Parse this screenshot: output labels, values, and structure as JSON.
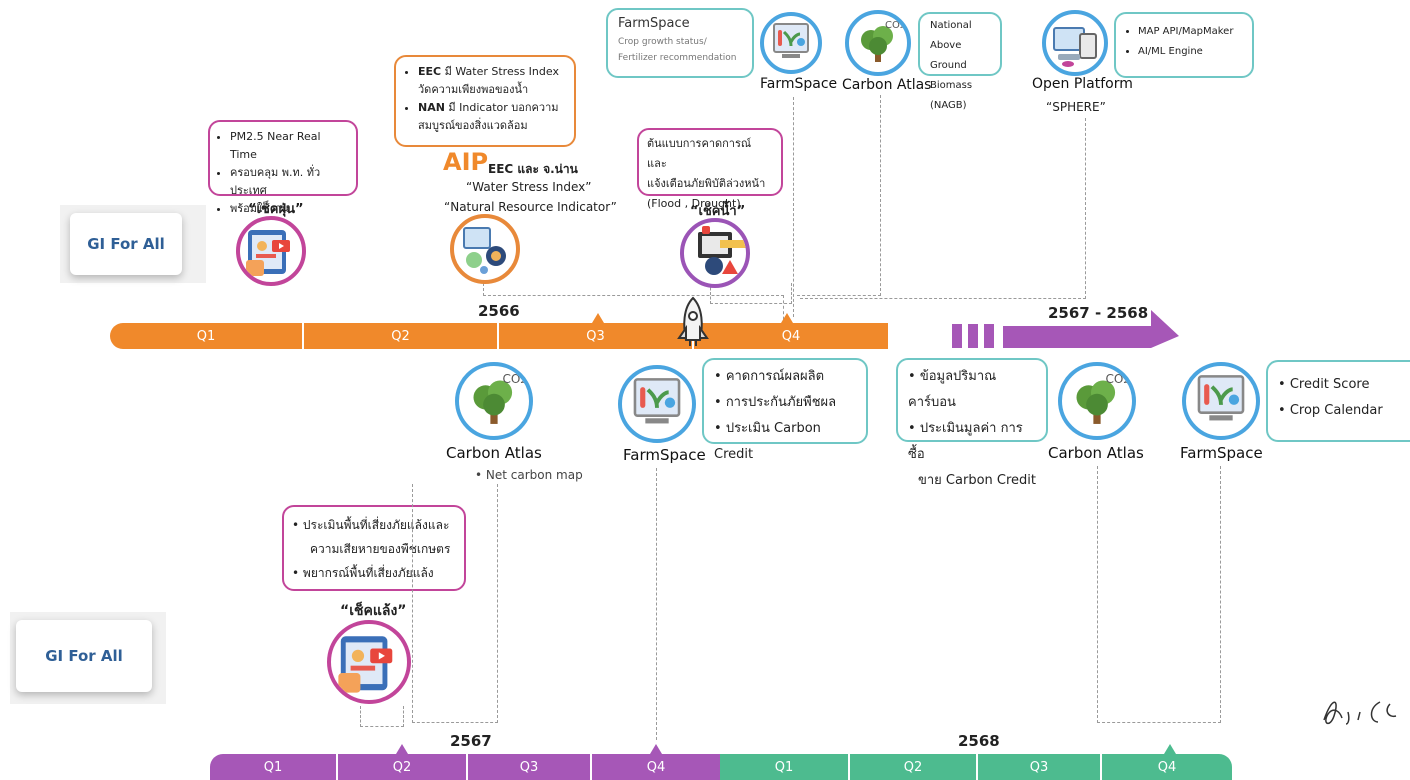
{
  "gi_card": {
    "label": "GI For All"
  },
  "timeline_top": {
    "year_left": "2566",
    "year_right": "2567 - 2568",
    "quarters": [
      "Q1",
      "Q2",
      "Q3",
      "Q4"
    ],
    "color_orange": "#f0892b",
    "color_purple": "#a657b7"
  },
  "timeline_bottom": {
    "year_left": "2567",
    "year_right": "2568",
    "quarters_left": [
      "Q1",
      "Q2",
      "Q3",
      "Q4"
    ],
    "quarters_right": [
      "Q1",
      "Q2",
      "Q3",
      "Q4"
    ],
    "color_purple": "#a657b7",
    "color_green": "#4dbb8f"
  },
  "top": {
    "pm_box": [
      "PM2.5  Near Real Time",
      "ครอบคลุม พ.ท. ทั่วประเทศ",
      "พร้อมใช้งาน"
    ],
    "dust_label": "“เช็คฝุ่น”",
    "eec_box": [
      {
        "bold": "EEC",
        "text": " มี Water Stress Index วัดความเพียงพอของน้ำ"
      },
      {
        "bold": "NAN",
        "text": " มี Indicator บอกความสมบูรณ์ของสิ่งแวดล้อม"
      }
    ],
    "aip_logo": "AIP",
    "aip_line": "EEC และ จ.น่าน",
    "water_stress": "“Water Stress Index”",
    "natural_resource": "“Natural Resource Indicator”",
    "forecast_box": [
      "ต้นแบบการคาดการณ์ และ",
      "แจ้งเตือนภัยพิบัติล่วงหน้า",
      "(Flood , Drought)"
    ],
    "water_label": "“เช็คน้ำ”",
    "farmspace_box": {
      "title": "FarmSpace",
      "lines": [
        "Crop growth status/",
        "Fertilizer recommendation"
      ]
    },
    "farmspace_label": "FarmSpace",
    "carbon_label": "Carbon Atlas",
    "nagb_box": [
      "National Above",
      "Ground Biomass",
      "(NAGB)"
    ],
    "open_platform": "Open Platform",
    "sphere": "“SPHERE”",
    "map_box": [
      "MAP API/MapMaker",
      "AI/ML Engine"
    ]
  },
  "middle": {
    "carbon_label": "Carbon Atlas",
    "net_carbon": "Net carbon map",
    "farmspace_label": "FarmSpace",
    "farm_box": [
      "คาดการณ์ผลผลิต",
      "การประกันภัยพืชผล",
      "ประเมิน Carbon Credit"
    ],
    "carbon_box": [
      "ข้อมูลปริมาณคาร์บอน",
      "ประเมินมูลค่า การซื้อ",
      "ขาย Carbon Credit"
    ],
    "carbon_label2": "Carbon Atlas",
    "farmspace_label2": "FarmSpace",
    "credit_box": [
      "Credit Score",
      "Crop Calendar"
    ]
  },
  "bottom": {
    "drought_box": [
      "ประเมินพื้นที่เสี่ยงภัยแล้งและ",
      "ความเสียหายของพืชเกษตร",
      "พยากรณ์พื้นที่เสี่ยงภัยแล้ง"
    ],
    "drought_label": "“เช็คแล้ง”"
  },
  "icons": {
    "dust": "phone-app-icon",
    "water_stress": "environment-gear-icon",
    "water": "warning-monitor-icon",
    "farmspace": "plant-monitor-icon",
    "carbon": "tree-co2-icon",
    "platform": "devices-icon",
    "rocket": "rocket-icon",
    "drought": "phone-app-icon"
  }
}
